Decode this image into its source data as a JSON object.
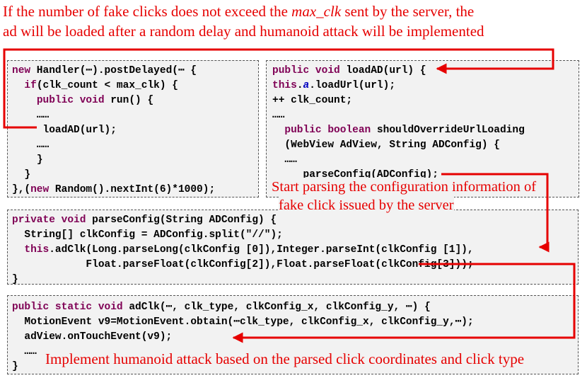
{
  "captions": {
    "top_line_1_pre": "If the number of fake clicks does not exceed the ",
    "top_line_1_em": "max_clk",
    "top_line_1_post": " sent by the server, the",
    "top_line_2": "ad will be loaded after a random delay and humanoid attack will be implemented",
    "parse_start": "Start parsing the configuration information of",
    "parse_fake": "fake  click issued by the server",
    "implement": "Implement humanoid attack based on the parsed click coordinates and click type"
  },
  "code": {
    "handler": {
      "l1_kw": "new",
      "l1": " Handler(⋯).postDelayed(⋯ {",
      "l2_kw": "if",
      "l2": "(clk_count < max_clk) {",
      "l3_kw": "public void",
      "l3": " run() {",
      "l4": "……",
      "l5": "loadAD(url);",
      "l6": "……",
      "l7": "}",
      "l8": "}",
      "l9_pre": "},(",
      "l9_kw": "new",
      "l9": " Random().nextInt(6)*1000);"
    },
    "loadad": {
      "l1_kw": "public void",
      "l1": " loadAD(url) {",
      "l2_kw": "this",
      "l2_dot": ".",
      "l2_it": "a",
      "l2": ".loadUrl(url);",
      "l3": "++ clk_count;",
      "l4": "……",
      "l5_kw": "public boolean",
      "l5": " shouldOverrideUrlLoading",
      "l6": "(WebView AdView, String ADConfig) {",
      "l7": "……",
      "l8": "parseConfig(ADConfig);",
      "l9": "}"
    },
    "parse": {
      "l1_kw": "private void",
      "l1": " parseConfig(String ADConfig) {",
      "l2": "String[] clkConfig = ADConfig.split(\"//\");",
      "l3_kw": "this",
      "l3": ".adClk(Long.parseLong(clkConfig [0]),Integer.parseInt(clkConfig [1]),",
      "l4": "Float.parseFloat(clkConfig[2]),Float.parseFloat(clkConfig[3]));",
      "l5": "}"
    },
    "adclk": {
      "l1_kw": "public static void",
      "l1": " adClk(⋯, clk_type, clkConfig_x, clkConfig_y, ⋯) {",
      "l2": "MotionEvent v9=MotionEvent.obtain(⋯clk_type, clkConfig_x, clkConfig_y,⋯);",
      "l3": "adView.onTouchEvent(v9);",
      "l4": "……",
      "l5": "}"
    }
  },
  "colors": {
    "arrow": "#e60000",
    "keyword": "#7f0055",
    "field": "#0000c0",
    "box_bg": "#f2f2f2"
  }
}
